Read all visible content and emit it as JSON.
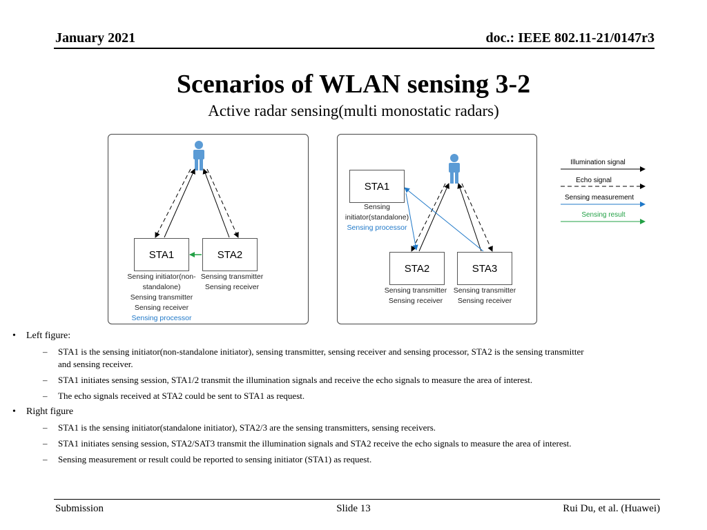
{
  "header": {
    "date": "January 2021",
    "doc": "doc.: IEEE 802.11-21/0147r3"
  },
  "title": "Scenarios of WLAN sensing 3-2",
  "subtitle": "Active radar sensing(multi monostatic radars)",
  "left_figure": {
    "sta1": "STA1",
    "sta2": "STA2",
    "sta1_roles": [
      "Sensing initiator(non-",
      "standalone)",
      "Sensing transmitter",
      "Sensing receiver"
    ],
    "sta1_processor": "Sensing processor",
    "sta2_roles": [
      "Sensing transmitter",
      "Sensing receiver"
    ]
  },
  "right_figure": {
    "sta1": "STA1",
    "sta2": "STA2",
    "sta3": "STA3",
    "sta1_roles": [
      "Sensing",
      "initiator(standalone)"
    ],
    "sta1_processor": "Sensing processor",
    "sta2_roles": [
      "Sensing transmitter",
      "Sensing receiver"
    ],
    "sta3_roles": [
      "Sensing transmitter",
      "Sensing receiver"
    ]
  },
  "legend": {
    "illumination": "Illumination signal",
    "echo": "Echo signal",
    "measurement": "Sensing measurement",
    "result": "Sensing result"
  },
  "colors": {
    "measurement": "#1f78c8",
    "result": "#22a045",
    "person": "#5b9bd5"
  },
  "bullets": [
    {
      "text": "Left figure:",
      "subs": [
        "STA1 is the sensing initiator(non-standalone initiator), sensing transmitter, sensing receiver and sensing processor, STA2 is the sensing transmitter",
        "and sensing receiver.",
        "STA1 initiates sensing session, STA1/2 transmit the illumination signals and receive the echo signals to measure the area of interest.",
        "The echo signals received at STA2 could be sent to STA1 as request."
      ]
    },
    {
      "text": "Right figure",
      "subs": [
        "STA1 is the sensing initiator(standalone initiator), STA2/3 are the sensing transmitters, sensing receivers.",
        "STA1 initiates sensing session, STA2/SAT3 transmit the illumination signals and STA2 receive the echo signals to measure the area of interest.",
        "Sensing measurement or result could be reported to sensing initiator (STA1) as request."
      ]
    }
  ],
  "footer": {
    "left": "Submission",
    "center": "Slide 13",
    "right": "Rui Du, et al. (Huawei)"
  }
}
